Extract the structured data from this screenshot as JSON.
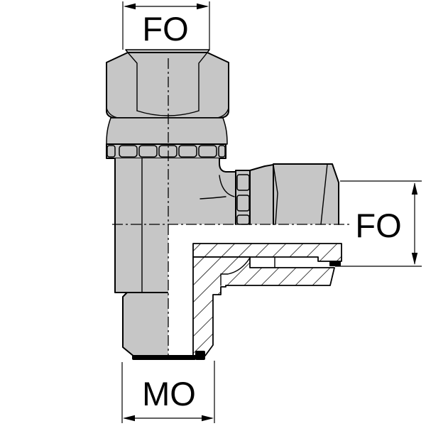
{
  "drawing": {
    "type": "technical-drawing",
    "subject": "elbow swivel fitting half-section",
    "dimensions": {
      "top": {
        "label": "FO"
      },
      "right": {
        "label": "FO"
      },
      "bottom": {
        "label": "MO"
      }
    },
    "colors": {
      "background": "#ffffff",
      "metal_gray": "#c6c6c6",
      "outline": "#000000",
      "seal_black": "#000000"
    }
  }
}
